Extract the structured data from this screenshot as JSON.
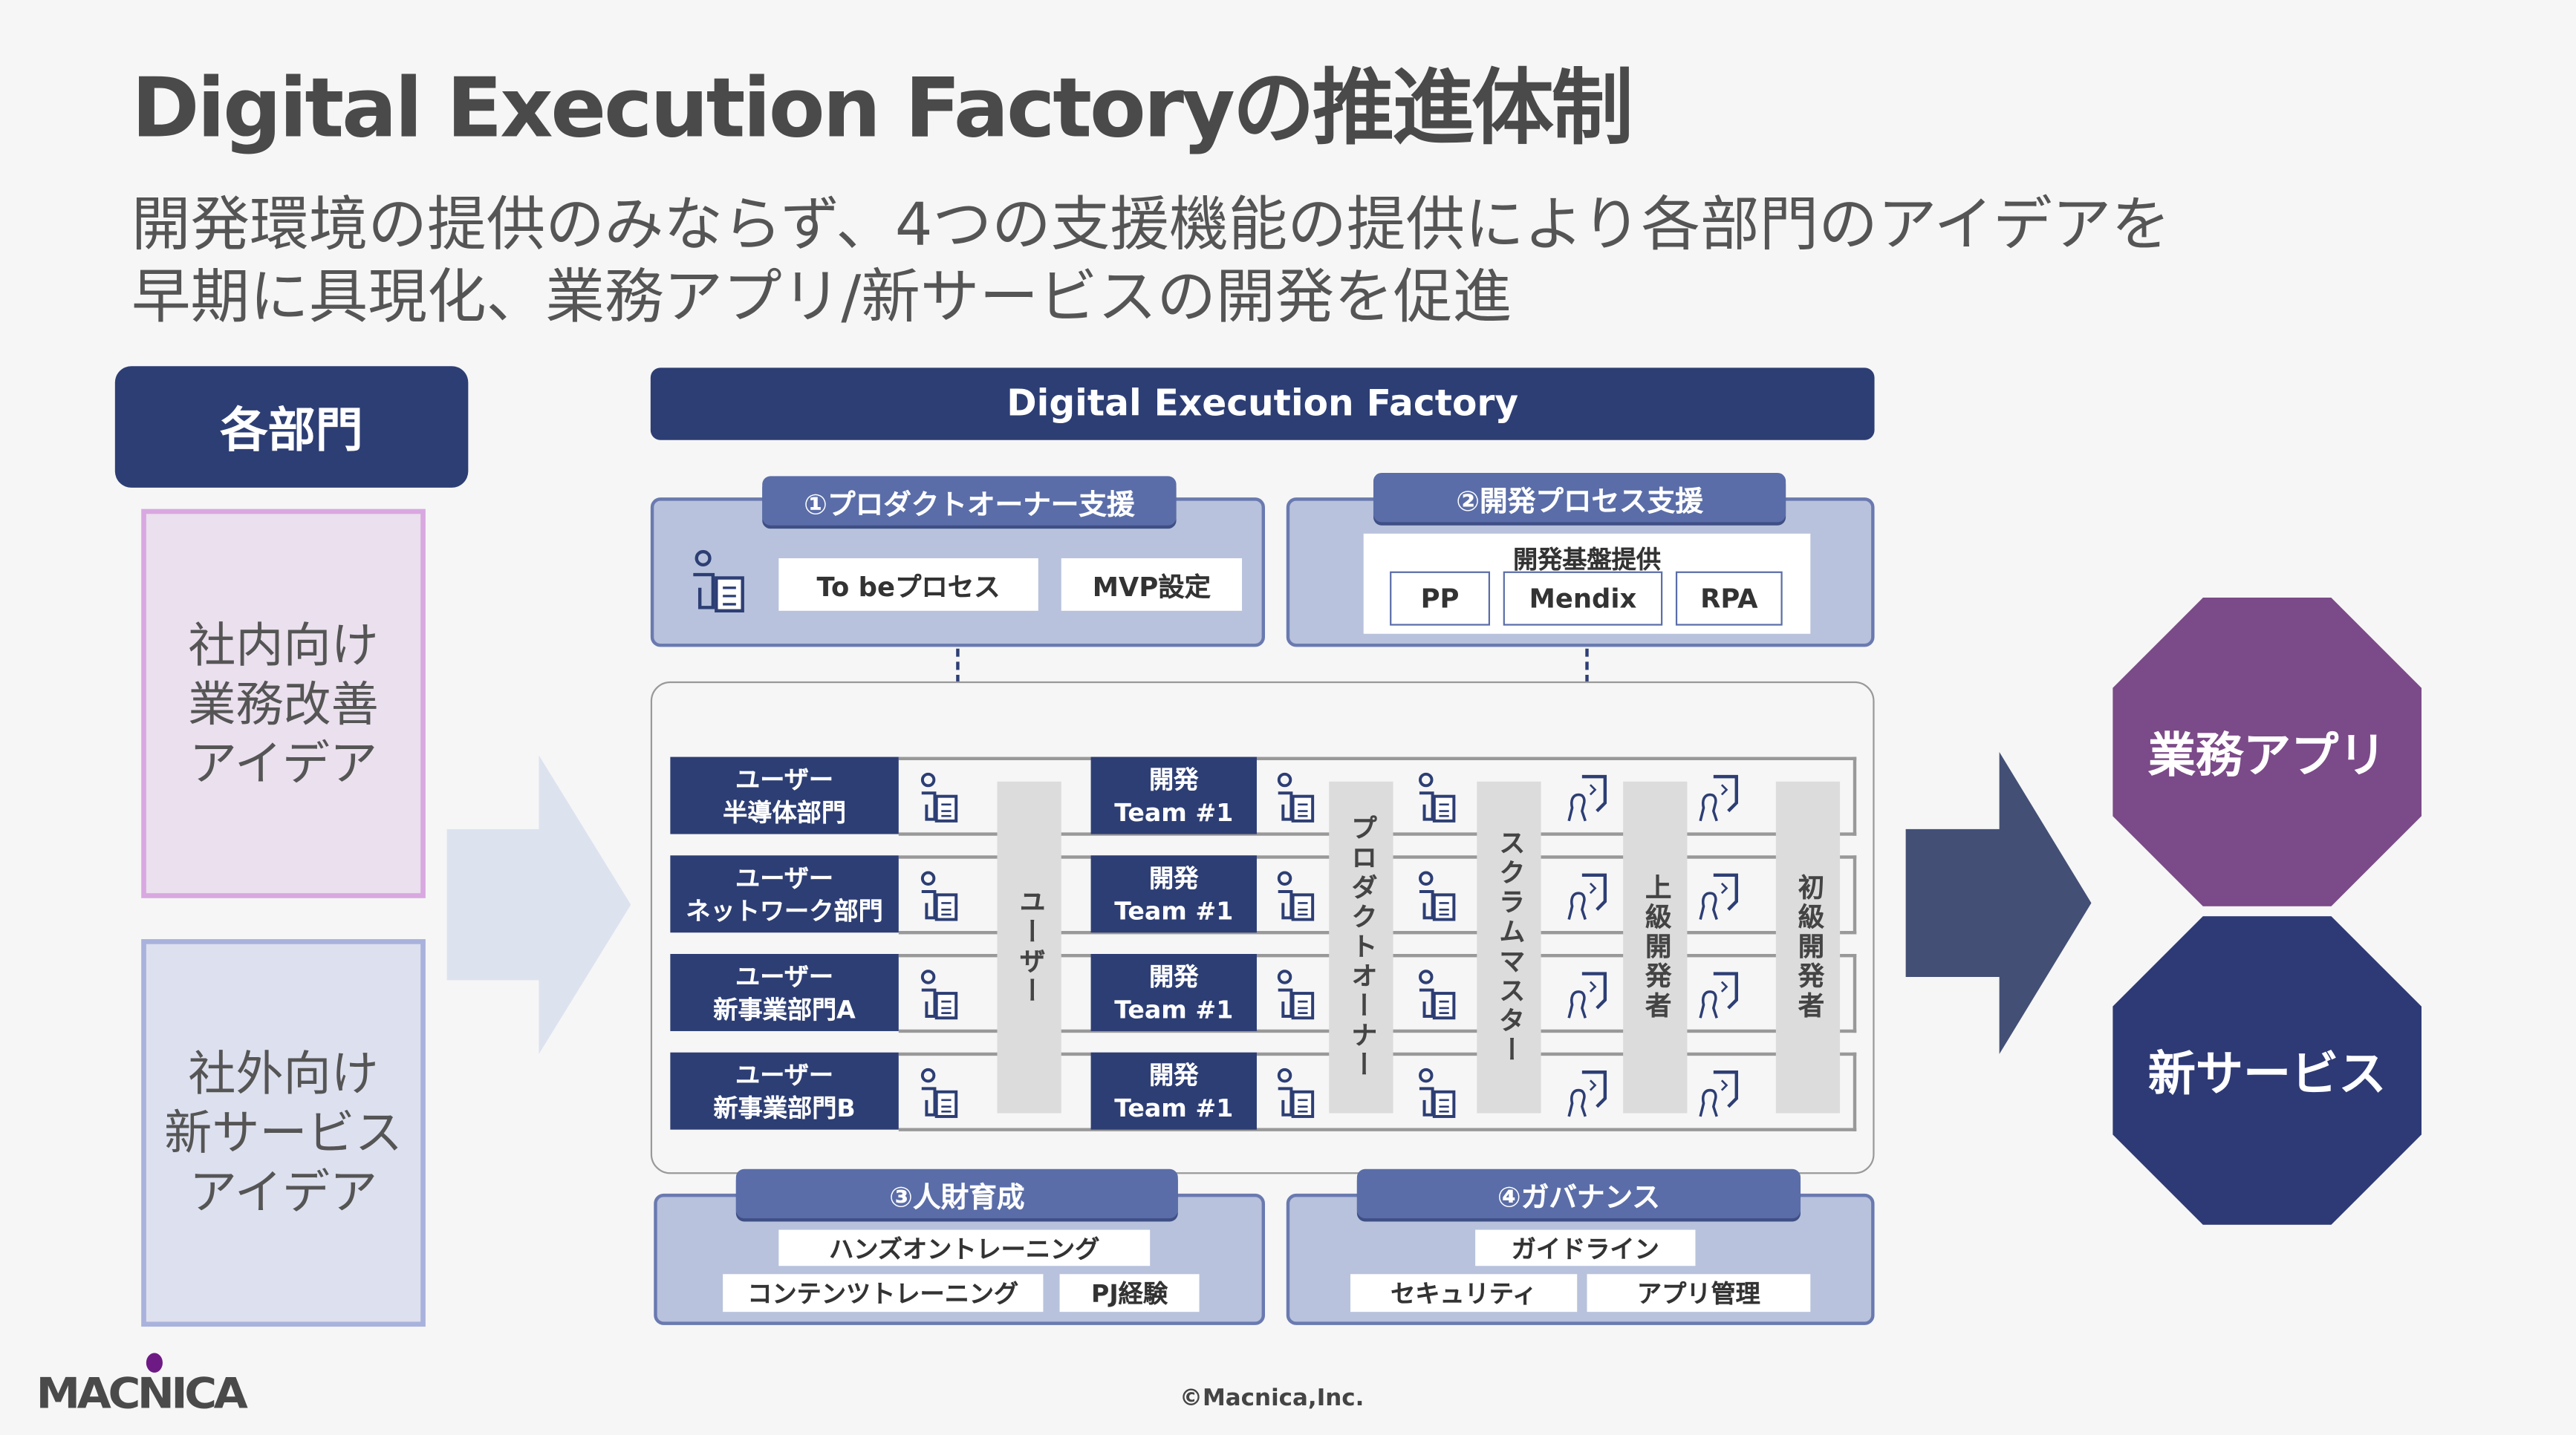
{
  "title": "Digital Execution Factoryの推進体制",
  "subtitle": [
    "開発環境の提供のみならず、4つの支援機能の提供により各部門のアイデアを",
    "早期に具現化、業務アプリ/新サービスの開発を促進"
  ],
  "departments": {
    "header": "各部門",
    "internal": [
      "社内向け",
      "業務改善",
      "アイデア"
    ],
    "external": [
      "社外向け",
      "新サービス",
      "アイデア"
    ]
  },
  "factory": {
    "header": "Digital Execution Factory"
  },
  "support1": {
    "tab": "①プロダクトオーナー支援",
    "items": [
      "To beプロセス",
      "MVP設定"
    ]
  },
  "support2": {
    "tab": "②開発プロセス支援",
    "group": "開発基盤提供",
    "items": [
      "PP",
      "Mendix",
      "RPA"
    ]
  },
  "support3": {
    "tab": "③人財育成",
    "items": [
      "ハンズオントレーニング",
      "コンテンツトレーニング",
      "PJ経験"
    ]
  },
  "support4": {
    "tab": "④ガバナンス",
    "items": [
      "ガイドライン",
      "セキュリティ",
      "アプリ管理"
    ]
  },
  "rows": [
    {
      "user": "ユーザー",
      "dept": "半導体部門",
      "dev": "開発",
      "team": "Team #1"
    },
    {
      "user": "ユーザー",
      "dept": "ネットワーク部門",
      "dev": "開発",
      "team": "Team #1"
    },
    {
      "user": "ユーザー",
      "dept": "新事業部門A",
      "dev": "開発",
      "team": "Team #1"
    },
    {
      "user": "ユーザー",
      "dept": "新事業部門B",
      "dev": "開発",
      "team": "Team #1"
    }
  ],
  "roles": [
    "ユーザー",
    "プロダクトオーナー",
    "スクラムマスター",
    "上級開発者",
    "初級開発者"
  ],
  "outputs": [
    "業務アプリ",
    "新サービス"
  ],
  "logo": "MACNICA",
  "copyright": "©Macnica,Inc.",
  "colors": {
    "navy": "#2d3e74",
    "purple": "#7b4a88",
    "accent": "#5a6da8"
  }
}
